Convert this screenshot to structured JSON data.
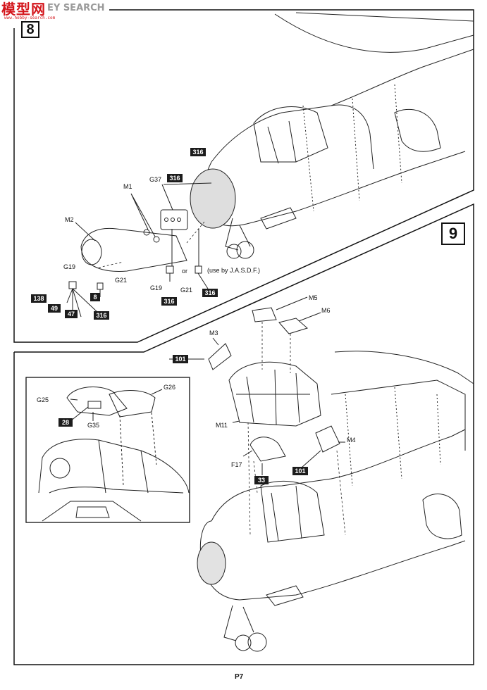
{
  "watermark": {
    "logo_text": "模型网",
    "brand_text": "EY SEARCH",
    "url_text": "www.hobby-search.com"
  },
  "step8": {
    "step_number": "8",
    "part_labels": {
      "m1": "M1",
      "m2": "M2",
      "g37": "G37",
      "g19_left": "G19",
      "g21_left": "G21",
      "g19_right": "G19",
      "g21_right": "G21",
      "or": "or",
      "use_note": "(use by J.A.S.D.F.)"
    },
    "codes": {
      "c316_top": "316",
      "c316_g37": "316",
      "c138": "138",
      "c49": "49",
      "c47": "47",
      "c8": "8",
      "c316_g21_left": "316",
      "c316_g19_right": "316",
      "c316_g21_right": "316"
    }
  },
  "step9": {
    "step_number": "9",
    "part_labels": {
      "m5": "M5",
      "m6": "M6",
      "m3": "M3",
      "m11": "M11",
      "m4": "M4",
      "f17": "F17"
    },
    "codes": {
      "c101_left": "101",
      "c101_right": "101",
      "c33": "33"
    },
    "inset": {
      "part_labels": {
        "g25": "G25",
        "g26": "G26",
        "g35": "G35"
      },
      "codes": {
        "c28": "28"
      }
    }
  },
  "footer": {
    "page_label": "P7"
  }
}
